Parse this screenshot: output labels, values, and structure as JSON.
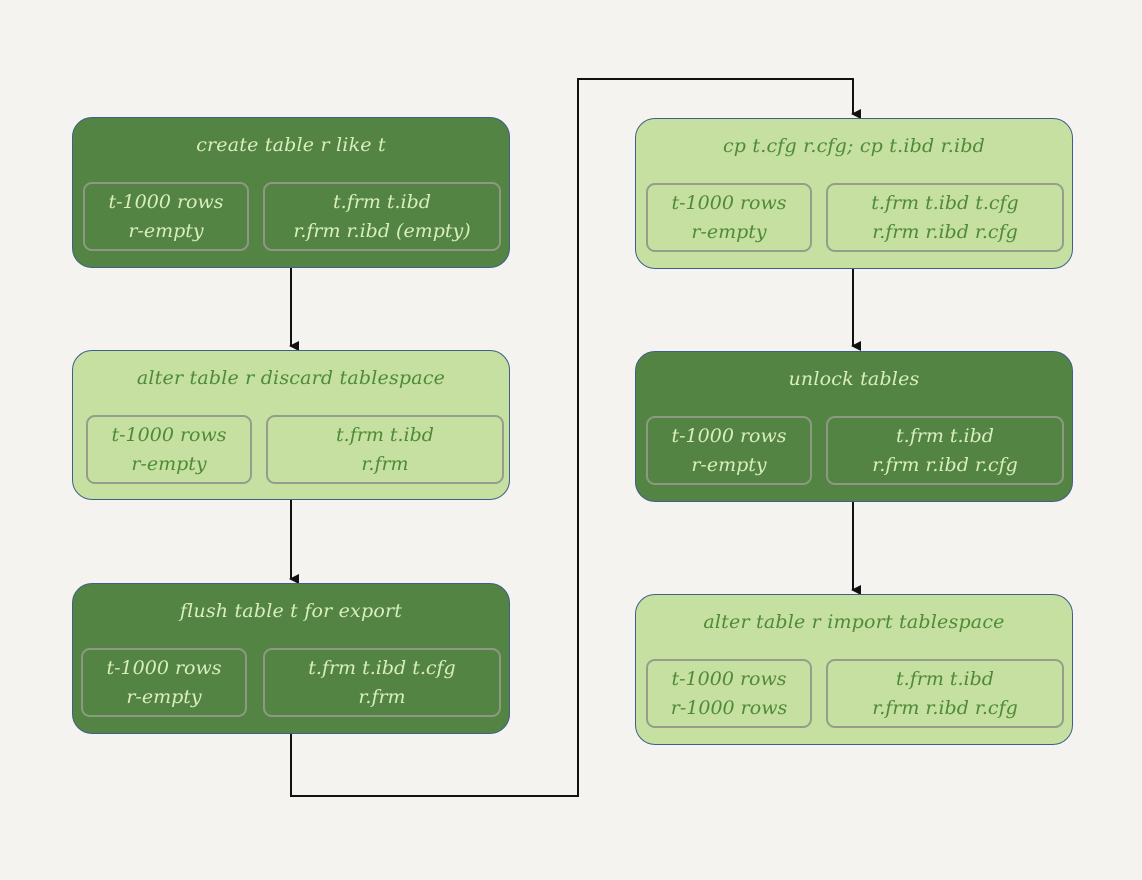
{
  "steps": [
    {
      "title": "create table r like t",
      "rows": [
        "t-1000 rows",
        "r-empty"
      ],
      "files": [
        "t.frm   t.ibd",
        "r.frm  r.ibd (empty)"
      ],
      "shade": "dark"
    },
    {
      "title": "alter table r discard tablespace",
      "rows": [
        "t-1000 rows",
        "r-empty"
      ],
      "files": [
        "t.frm  t.ibd",
        "r.frm"
      ],
      "shade": "light"
    },
    {
      "title": "flush table t for export",
      "rows": [
        "t-1000 rows",
        "r-empty"
      ],
      "files": [
        "t.frm   t.ibd  t.cfg",
        "r.frm"
      ],
      "shade": "dark"
    },
    {
      "title": "cp t.cfg r.cfg; cp t.ibd r.ibd",
      "rows": [
        "t-1000 rows",
        "r-empty"
      ],
      "files": [
        "t.frm  t.ibd  t.cfg",
        "r.frm  r.ibd  r.cfg"
      ],
      "shade": "light"
    },
    {
      "title": "unlock tables",
      "rows": [
        "t-1000 rows",
        "r-empty"
      ],
      "files": [
        "t.frm   t.ibd",
        "r.frm  r.ibd  r.cfg"
      ],
      "shade": "dark"
    },
    {
      "title": "alter table r import tablespace",
      "rows": [
        "t-1000 rows",
        "r-1000 rows"
      ],
      "files": [
        "t.frm  t.ibd",
        "r.frm  r.ibd  r.cfg"
      ],
      "shade": "light"
    }
  ],
  "colors": {
    "background": "#f4f3f0",
    "dark_fill": "#548443",
    "dark_text": "#d8eebf",
    "light_fill": "#c5e0a0",
    "light_text": "#4f8a38",
    "box_border": "#3f5f8a",
    "panel_border": "#8f9a84",
    "connector": "#111111"
  },
  "connectors": [
    {
      "from": 0,
      "to": 1,
      "kind": "arrow"
    },
    {
      "from": 1,
      "to": 2,
      "kind": "arrow"
    },
    {
      "from": 2,
      "to": 3,
      "kind": "routed-arrow"
    },
    {
      "from": 3,
      "to": 4,
      "kind": "arrow"
    },
    {
      "from": 4,
      "to": 5,
      "kind": "arrow"
    }
  ]
}
